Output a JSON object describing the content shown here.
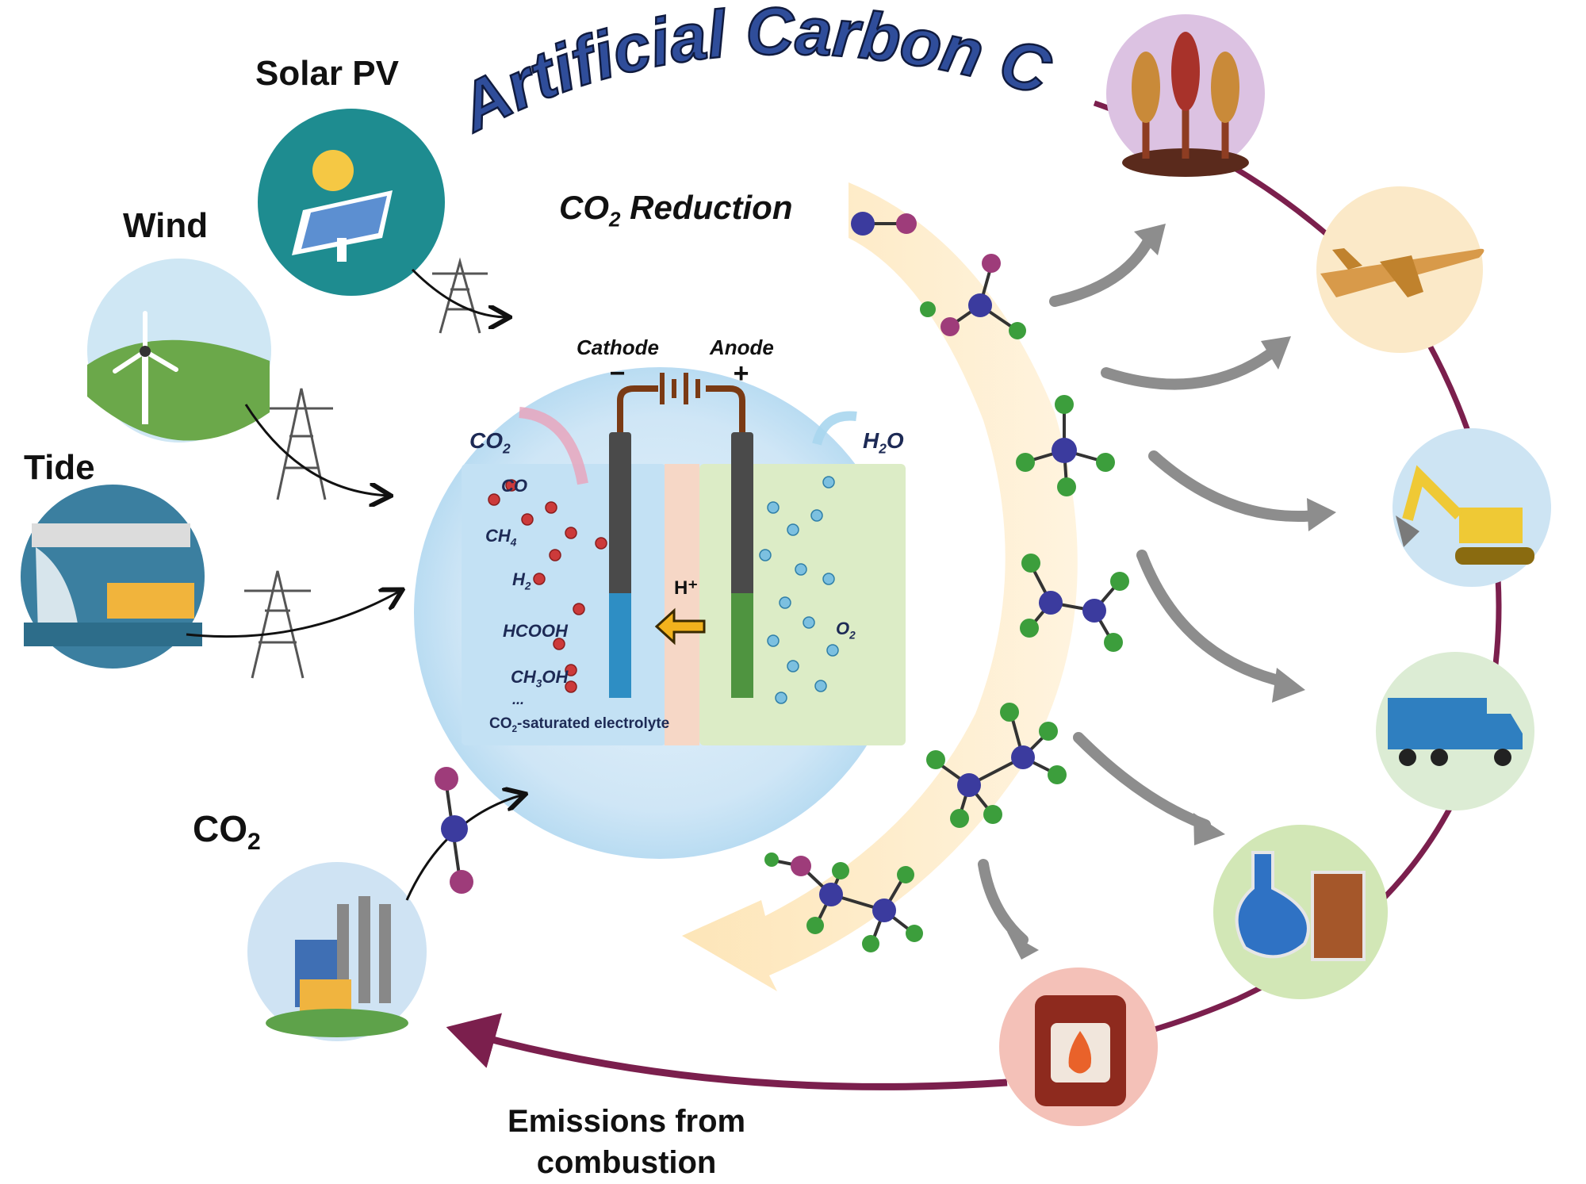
{
  "title": "Artificial Carbon Cycle",
  "sources": {
    "solar": "Solar PV",
    "wind": "Wind",
    "tide": "Tide"
  },
  "process_label": {
    "main": "CO",
    "sub": "2",
    "rest": " Reduction"
  },
  "cell": {
    "cathode": "Cathode",
    "anode": "Anode",
    "minus": "−",
    "plus": "+",
    "co2": {
      "main": "CO",
      "sub": "2"
    },
    "h2o": {
      "main": "H",
      "sub": "2",
      "rest": "O"
    },
    "proton": "H⁺",
    "o2": {
      "main": "O",
      "sub": "2"
    },
    "products": {
      "co": "CO",
      "ch4": {
        "main": "CH",
        "sub": "4"
      },
      "h2": {
        "main": "H",
        "sub": "2"
      },
      "hcooh": "HCOOH",
      "ch3oh": {
        "main": "CH",
        "sub": "3",
        "rest": "OH"
      },
      "ellipsis": "..."
    },
    "electrolyte": {
      "main": "CO",
      "sub": "2",
      "rest": "-saturated electrolyte"
    }
  },
  "co2_source": {
    "main": "CO",
    "sub": "2"
  },
  "emissions": {
    "line1": "Emissions from",
    "line2": "combustion"
  },
  "applications": [
    "wheat-icon",
    "airplane-icon",
    "excavator-icon",
    "truck-icon",
    "chemicals-icon",
    "fuel-can-icon"
  ],
  "colors": {
    "title_fill": "#2f4d9a",
    "cycle_arc": "#7b1f4d",
    "cathode_fluid": "#c9e4f6",
    "anode_fluid": "#dcedc8",
    "product_dot": "#cc3a3a",
    "o2_bubble": "#6fb6d8",
    "carbon_atom": "#3b3b9e",
    "hydrogen_atom": "#3c9e3c",
    "oxygen_atom": "#9e3c7a",
    "band": "#fbe3b6"
  }
}
